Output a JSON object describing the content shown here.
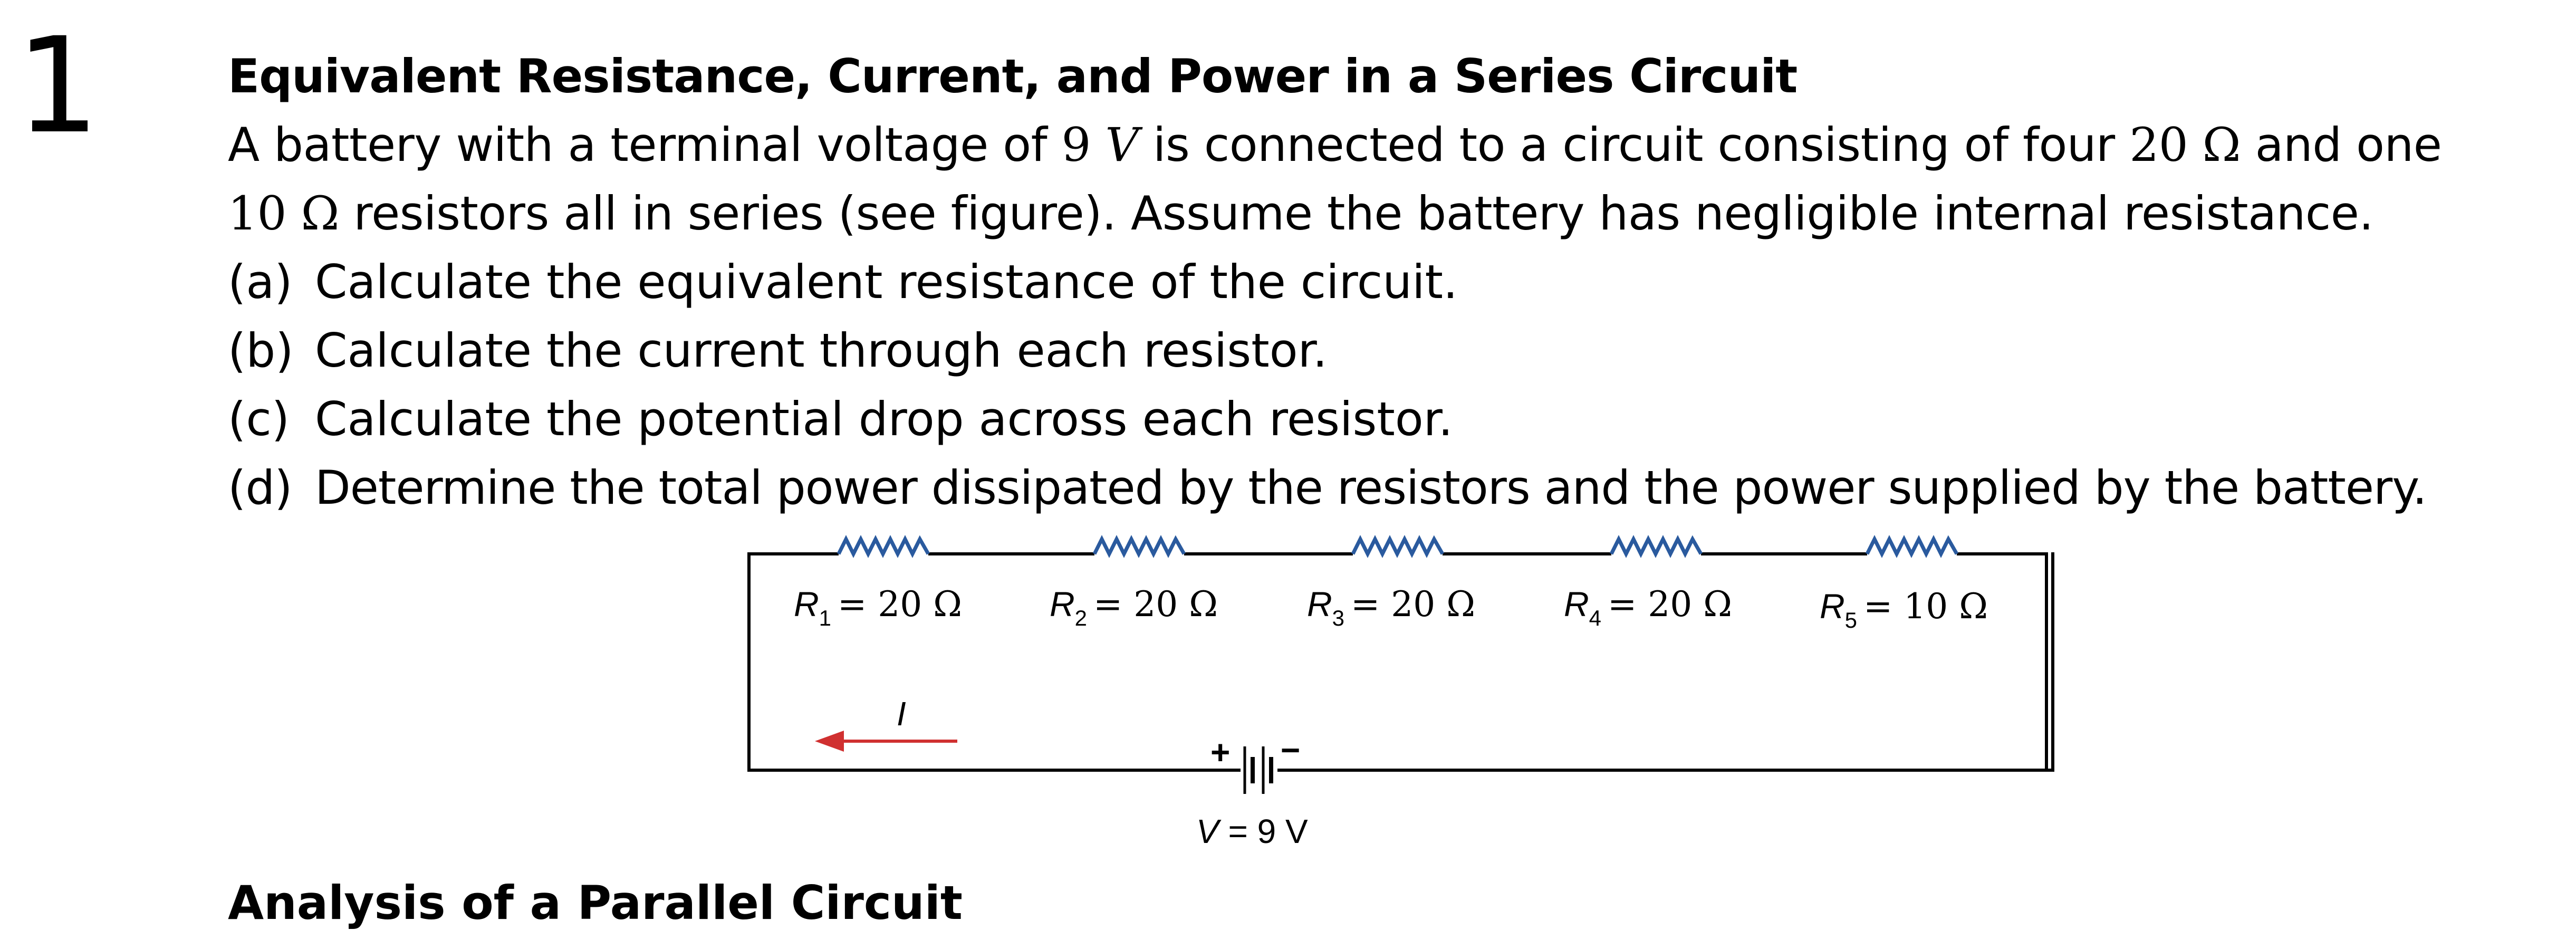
{
  "question": {
    "number": "1",
    "title": "Equivalent Resistance, Current, and Power in a Series Circuit",
    "intro": [
      {
        "a": "A battery with a terminal voltage of ",
        "m1": "9 ",
        "v": "V",
        "b": " is connected to a circuit consisting of four ",
        "m2": "20 Ω",
        "c": " and one"
      },
      {
        "m": "10 Ω",
        "a": " resistors all in series (see figure). Assume the battery has negligible internal resistance."
      }
    ],
    "parts": [
      {
        "label": "(a)",
        "text": "Calculate the equivalent resistance of the circuit."
      },
      {
        "label": "(b)",
        "text": "Calculate the current through each resistor."
      },
      {
        "label": "(c)",
        "text": "Calculate the potential drop across each resistor."
      },
      {
        "label": "(d)",
        "text": "Determine the total power dissipated by the resistors and the power supplied by the battery."
      }
    ]
  },
  "circuit": {
    "resistors": [
      {
        "sym": "R",
        "sub": "1",
        "val": "= 20 Ω"
      },
      {
        "sym": "R",
        "sub": "2",
        "val": "= 20 Ω"
      },
      {
        "sym": "R",
        "sub": "3",
        "val": "= 20 Ω"
      },
      {
        "sym": "R",
        "sub": "4",
        "val": "= 20 Ω"
      },
      {
        "sym": "R",
        "sub": "5",
        "val": "= 10 Ω"
      }
    ],
    "current_label": "I",
    "battery_plus": "+",
    "battery_minus": "−",
    "battery_sym": "V",
    "battery_val": " = 9 V",
    "colors": {
      "wire": "#000000",
      "resistor": "#2a5a9e",
      "current_arrow": "#d03030"
    }
  },
  "next_heading": "Analysis of a Parallel Circuit"
}
